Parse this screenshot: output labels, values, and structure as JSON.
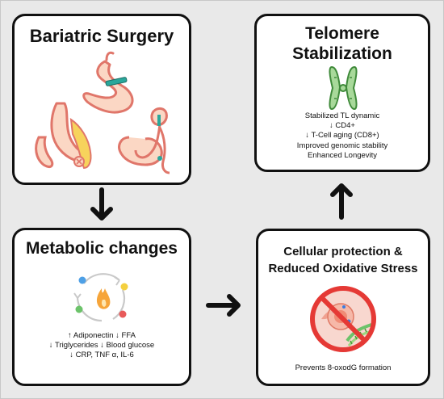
{
  "boxes": {
    "bariatric": {
      "title": "Bariatric Surgery"
    },
    "telomere": {
      "title_line1": "Telomere",
      "title_line2": "Stabilization",
      "lines": [
        "Stabilized TL dynamic",
        "↓ CD4+",
        "↓ T-Cell aging (CD8+)",
        "Improved genomic stability",
        "Enhanced Longevity"
      ]
    },
    "metabolic": {
      "title": "Metabolic changes",
      "lines": [
        "↑ Adiponectin ↓ FFA",
        "↓ Triglycerides ↓ Blood glucose",
        "↓ CRP, TNF α, IL-6"
      ]
    },
    "cellular": {
      "title_line1": "Cellular protection &",
      "title_line2": "Reduced Oxidative Stress",
      "lines": [
        "Prevents 8-oxodG formation"
      ]
    }
  },
  "icons": {
    "stomach_band": "stomach-band-icon",
    "stomach_sleeve": "sleeve-gastrectomy-icon",
    "stomach_bypass": "gastric-bypass-icon",
    "chromosome": "chromosome-icon",
    "metabolism": "metabolism-cycle-icon",
    "no_dna_damage": "no-dna-damage-icon"
  },
  "colors": {
    "border": "#111111",
    "background": "#e9e9e9",
    "stomach_fill": "#fbd7c4",
    "stomach_stroke": "#e0766a",
    "band": "#2aa79b",
    "chromosome": "#a8d99a",
    "prohibited": "#e53935",
    "flame": "#f6a53a"
  }
}
